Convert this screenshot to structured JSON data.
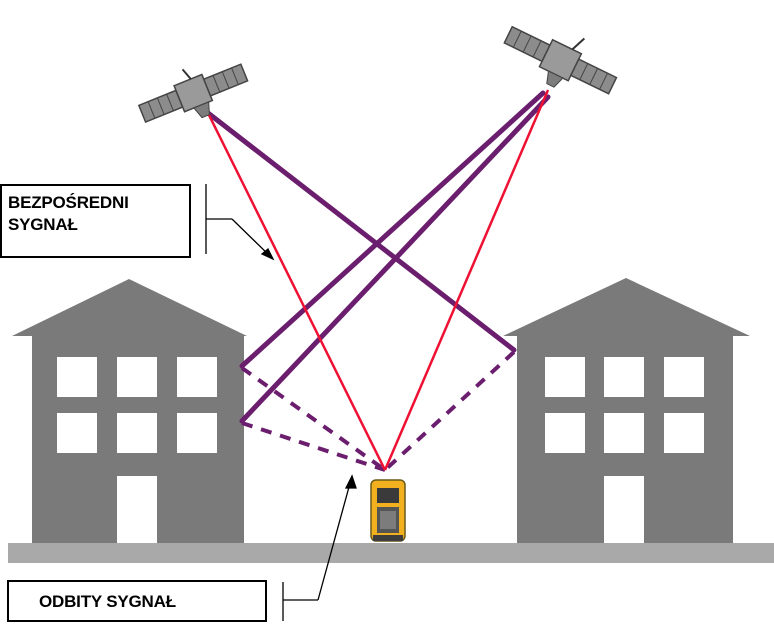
{
  "labels": {
    "direct_line1": "BEZPOŚREDNI",
    "direct_line2": "SYGNAŁ",
    "reflected": "ODBITY SYGNAŁ"
  },
  "colors": {
    "background": "#ffffff",
    "building": "#7a7a7a",
    "window": "#ffffff",
    "ground": "#a9a9a9",
    "direct_signal": "#ee1133",
    "reflected_signal": "#6b1d6e",
    "receiver_body": "#f2b01e",
    "receiver_screen": "#4b4b4b",
    "satellite": "#8c8c8c"
  },
  "icons": {
    "satellite_left": "satellite-icon",
    "satellite_right": "satellite-icon",
    "receiver": "gps-receiver-icon"
  }
}
